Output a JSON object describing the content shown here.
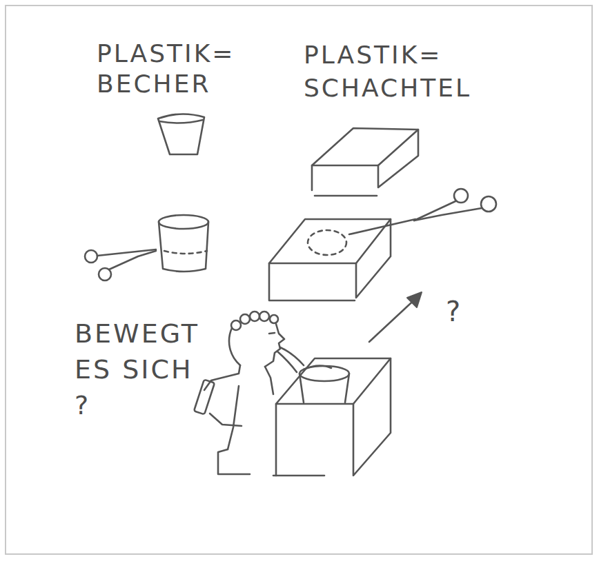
{
  "diagram": {
    "labels": [
      "PLASTIK= BECHER",
      "PLASTIK= SCHACHTEL",
      "BEWEGT ES SICH ?",
      "?"
    ]
  }
}
